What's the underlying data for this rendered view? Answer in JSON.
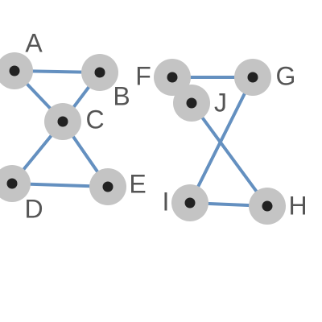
{
  "puzzle": {
    "colors": {
      "edge": "#6490C0",
      "halo": "#C4C4C4",
      "dot": "#222222",
      "label": "#555555"
    },
    "nodes": [
      {
        "id": "A",
        "label": "A"
      },
      {
        "id": "B",
        "label": "B"
      },
      {
        "id": "C",
        "label": "C"
      },
      {
        "id": "D",
        "label": "D"
      },
      {
        "id": "E",
        "label": "E"
      },
      {
        "id": "F",
        "label": "F"
      },
      {
        "id": "G",
        "label": "G"
      },
      {
        "id": "H",
        "label": "H"
      },
      {
        "id": "I",
        "label": "I"
      },
      {
        "id": "J",
        "label": "J"
      }
    ],
    "edges": [
      [
        "A",
        "B"
      ],
      [
        "A",
        "C"
      ],
      [
        "B",
        "C"
      ],
      [
        "C",
        "D"
      ],
      [
        "C",
        "E"
      ],
      [
        "D",
        "E"
      ],
      [
        "F",
        "G"
      ],
      [
        "F",
        "J"
      ],
      [
        "J",
        "H"
      ],
      [
        "G",
        "I"
      ],
      [
        "I",
        "H"
      ]
    ]
  }
}
